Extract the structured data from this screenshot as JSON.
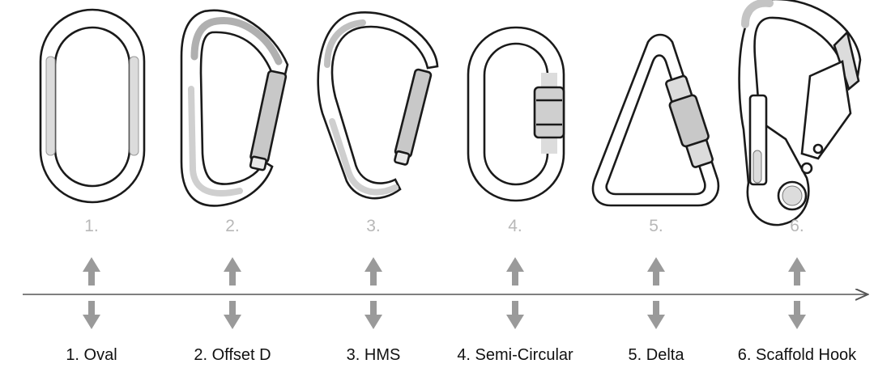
{
  "carabiners": [
    {
      "number": "1.",
      "name": "1. Oval",
      "icon": "oval-carabiner-icon"
    },
    {
      "number": "2.",
      "name": "2. Offset D",
      "icon": "offset-d-carabiner-icon"
    },
    {
      "number": "3.",
      "name": "3. HMS",
      "icon": "hms-carabiner-icon"
    },
    {
      "number": "4.",
      "name": "4. Semi-Circular",
      "icon": "semi-circular-carabiner-icon"
    },
    {
      "number": "5.",
      "name": "5. Delta",
      "icon": "delta-carabiner-icon"
    },
    {
      "number": "6.",
      "name": "6. Scaffold Hook",
      "icon": "scaffold-hook-icon"
    }
  ],
  "colors": {
    "outline": "#1a1a1a",
    "shade": "#dcdcdc",
    "arrow": "#9a9a9a",
    "number": "#b8b8b8"
  }
}
